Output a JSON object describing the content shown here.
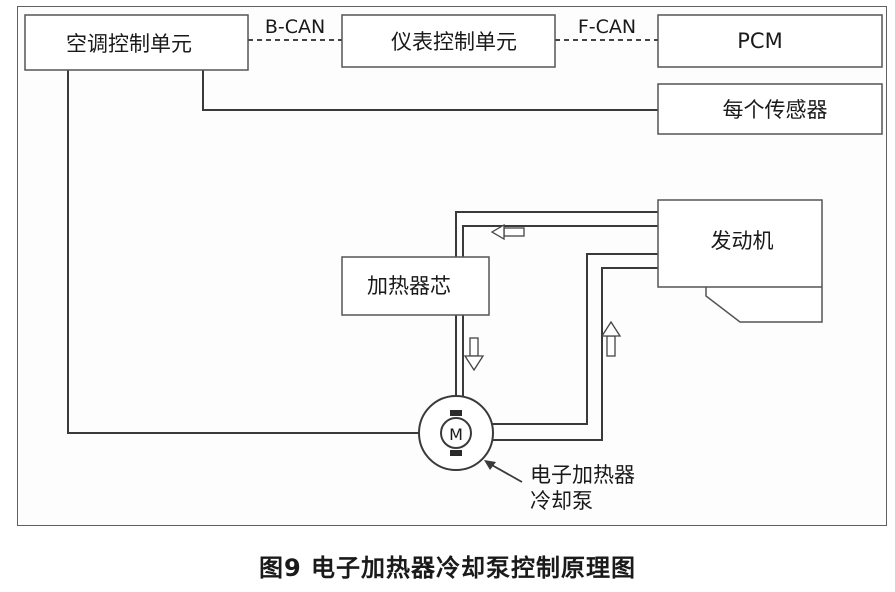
{
  "nodes": {
    "ac_control_unit": "空调控制单元",
    "instrument_control_unit": "仪表控制单元",
    "pcm": "PCM",
    "sensors": "每个传感器",
    "engine": "发动机",
    "heater_core": "加热器芯",
    "motor_symbol": "M"
  },
  "bus_labels": {
    "b_can": "B-CAN",
    "f_can": "F-CAN"
  },
  "pump_label": {
    "line1": "电子加热器",
    "line2": "冷却泵"
  },
  "caption": "图9 电子加热器冷却泵控制原理图",
  "colors": {
    "line": "#3a3a3a",
    "box_border": "#555555"
  }
}
